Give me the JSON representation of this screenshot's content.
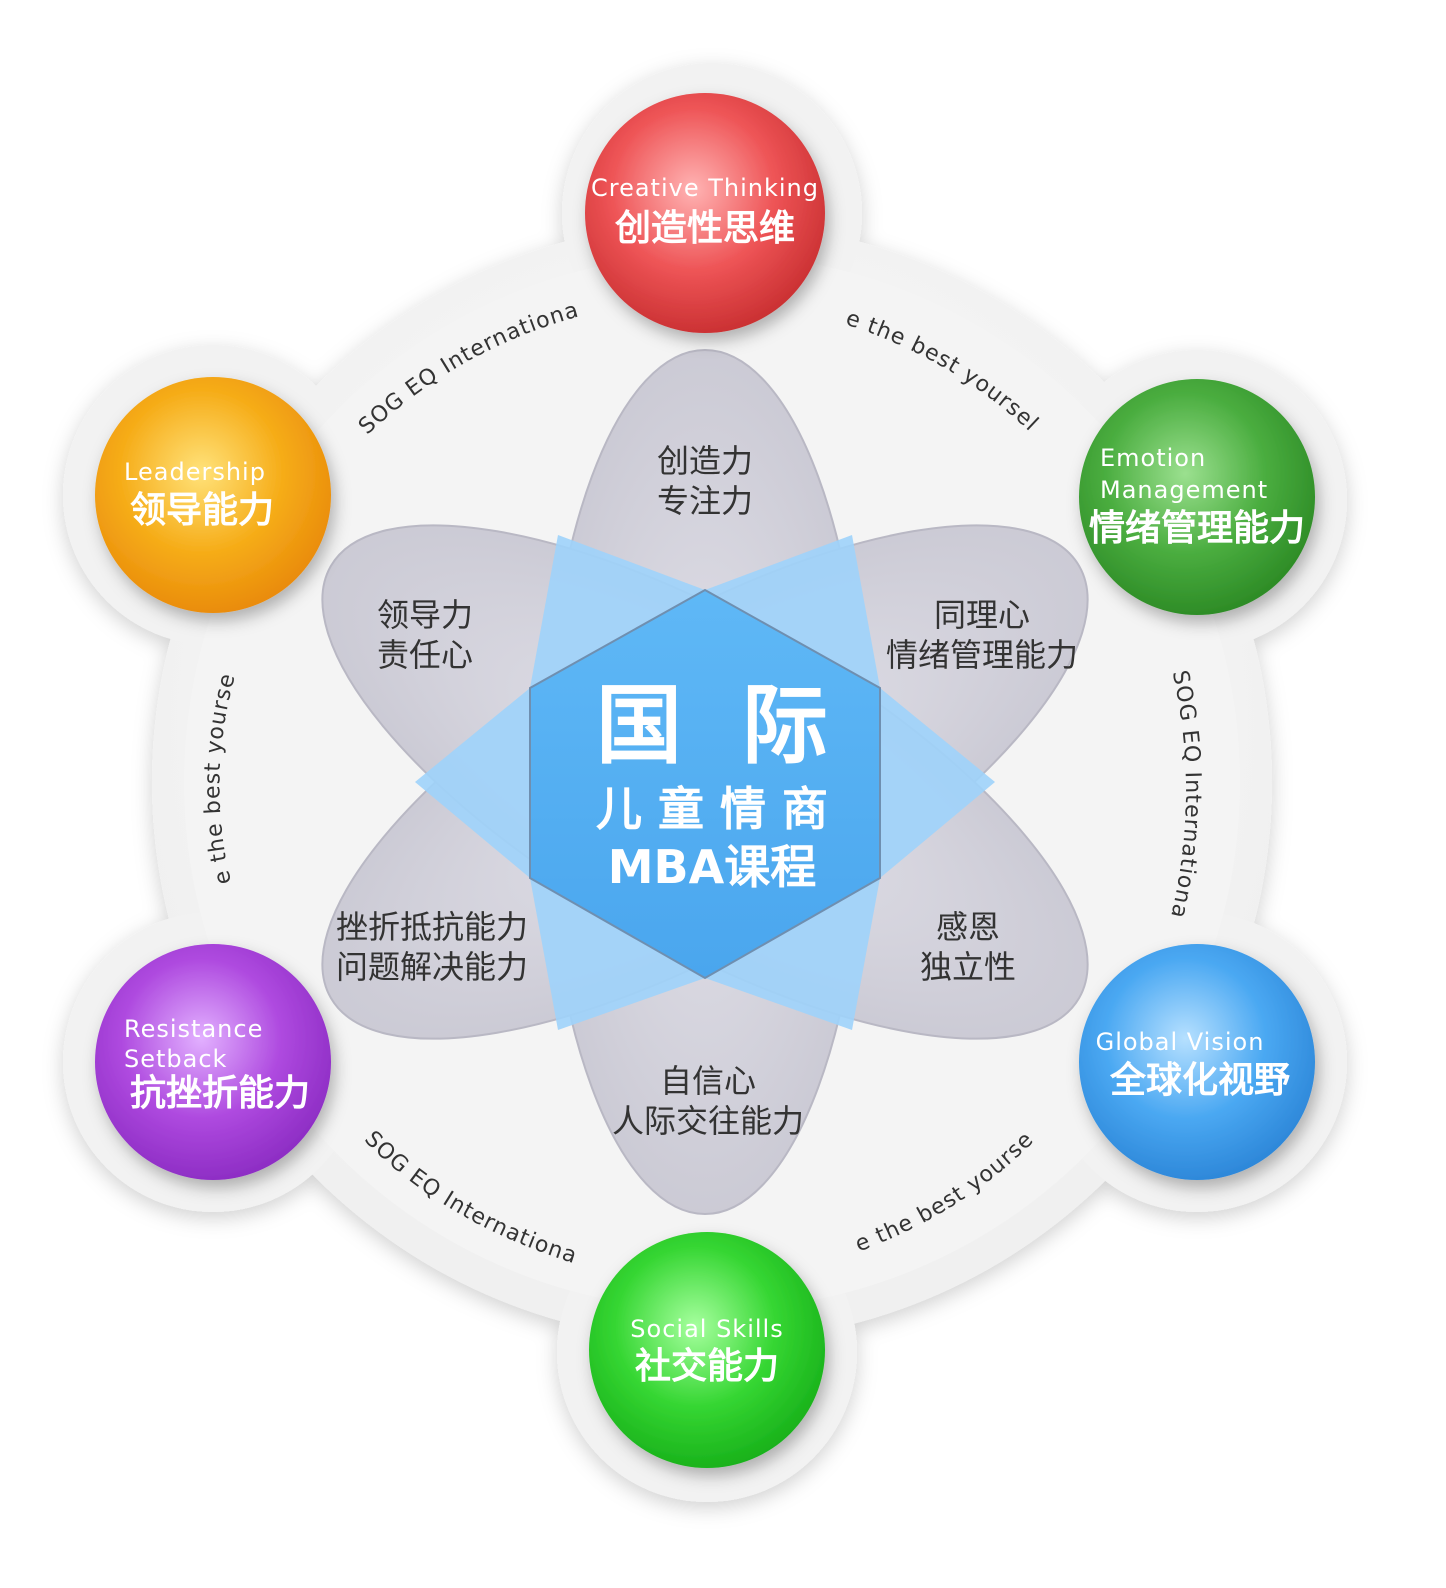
{
  "center": {
    "title": "国  际",
    "line2": "儿 童 情 商",
    "line3": "MBA课程"
  },
  "nodes": [
    {
      "id": "creative",
      "en": [
        "Creative Thinking"
      ],
      "zh": "创造性思维",
      "color": "#e8474a",
      "icon": "red-sphere"
    },
    {
      "id": "emotion",
      "en": [
        "Emotion",
        "Management"
      ],
      "zh": "情绪管理能力",
      "color": "#3fa23a",
      "icon": "green-sphere"
    },
    {
      "id": "global",
      "en": [
        "Global Vision"
      ],
      "zh": "全球化视野",
      "color": "#3ea0ee",
      "icon": "blue-sphere"
    },
    {
      "id": "social",
      "en": [
        "Social Skills"
      ],
      "zh": "社交能力",
      "color": "#28d02a",
      "icon": "lime-sphere"
    },
    {
      "id": "resistance",
      "en": [
        "Resistance",
        "Setback"
      ],
      "zh": "抗挫折能力",
      "color": "#a63fd8",
      "icon": "purple-sphere"
    },
    {
      "id": "leadership",
      "en": [
        "Leadership"
      ],
      "zh": "领导能力",
      "color": "#f2a315",
      "icon": "orange-sphere"
    }
  ],
  "petals": [
    {
      "id": "top",
      "lines": [
        "创造力",
        "专注力"
      ]
    },
    {
      "id": "upper-right",
      "lines": [
        "同理心",
        "情绪管理能力"
      ]
    },
    {
      "id": "lower-right",
      "lines": [
        "感恩",
        "独立性"
      ]
    },
    {
      "id": "bottom",
      "lines": [
        "自信心",
        "人际交往能力"
      ]
    },
    {
      "id": "lower-left",
      "lines": [
        "挫折抵抗能力",
        "问题解决能力"
      ]
    },
    {
      "id": "upper-left",
      "lines": [
        "领导力",
        "责任心"
      ]
    }
  ],
  "ring_texts": [
    {
      "id": "top-left",
      "text": "TSOG EQ International"
    },
    {
      "id": "top-right",
      "text": "Be the best yourself"
    },
    {
      "id": "right",
      "text": "TSOG EQ International"
    },
    {
      "id": "bottom-right",
      "text": "Be the best yourself"
    },
    {
      "id": "bottom-left",
      "text": "TSOG EQ International"
    },
    {
      "id": "left",
      "text": "Be the best yourself"
    }
  ]
}
